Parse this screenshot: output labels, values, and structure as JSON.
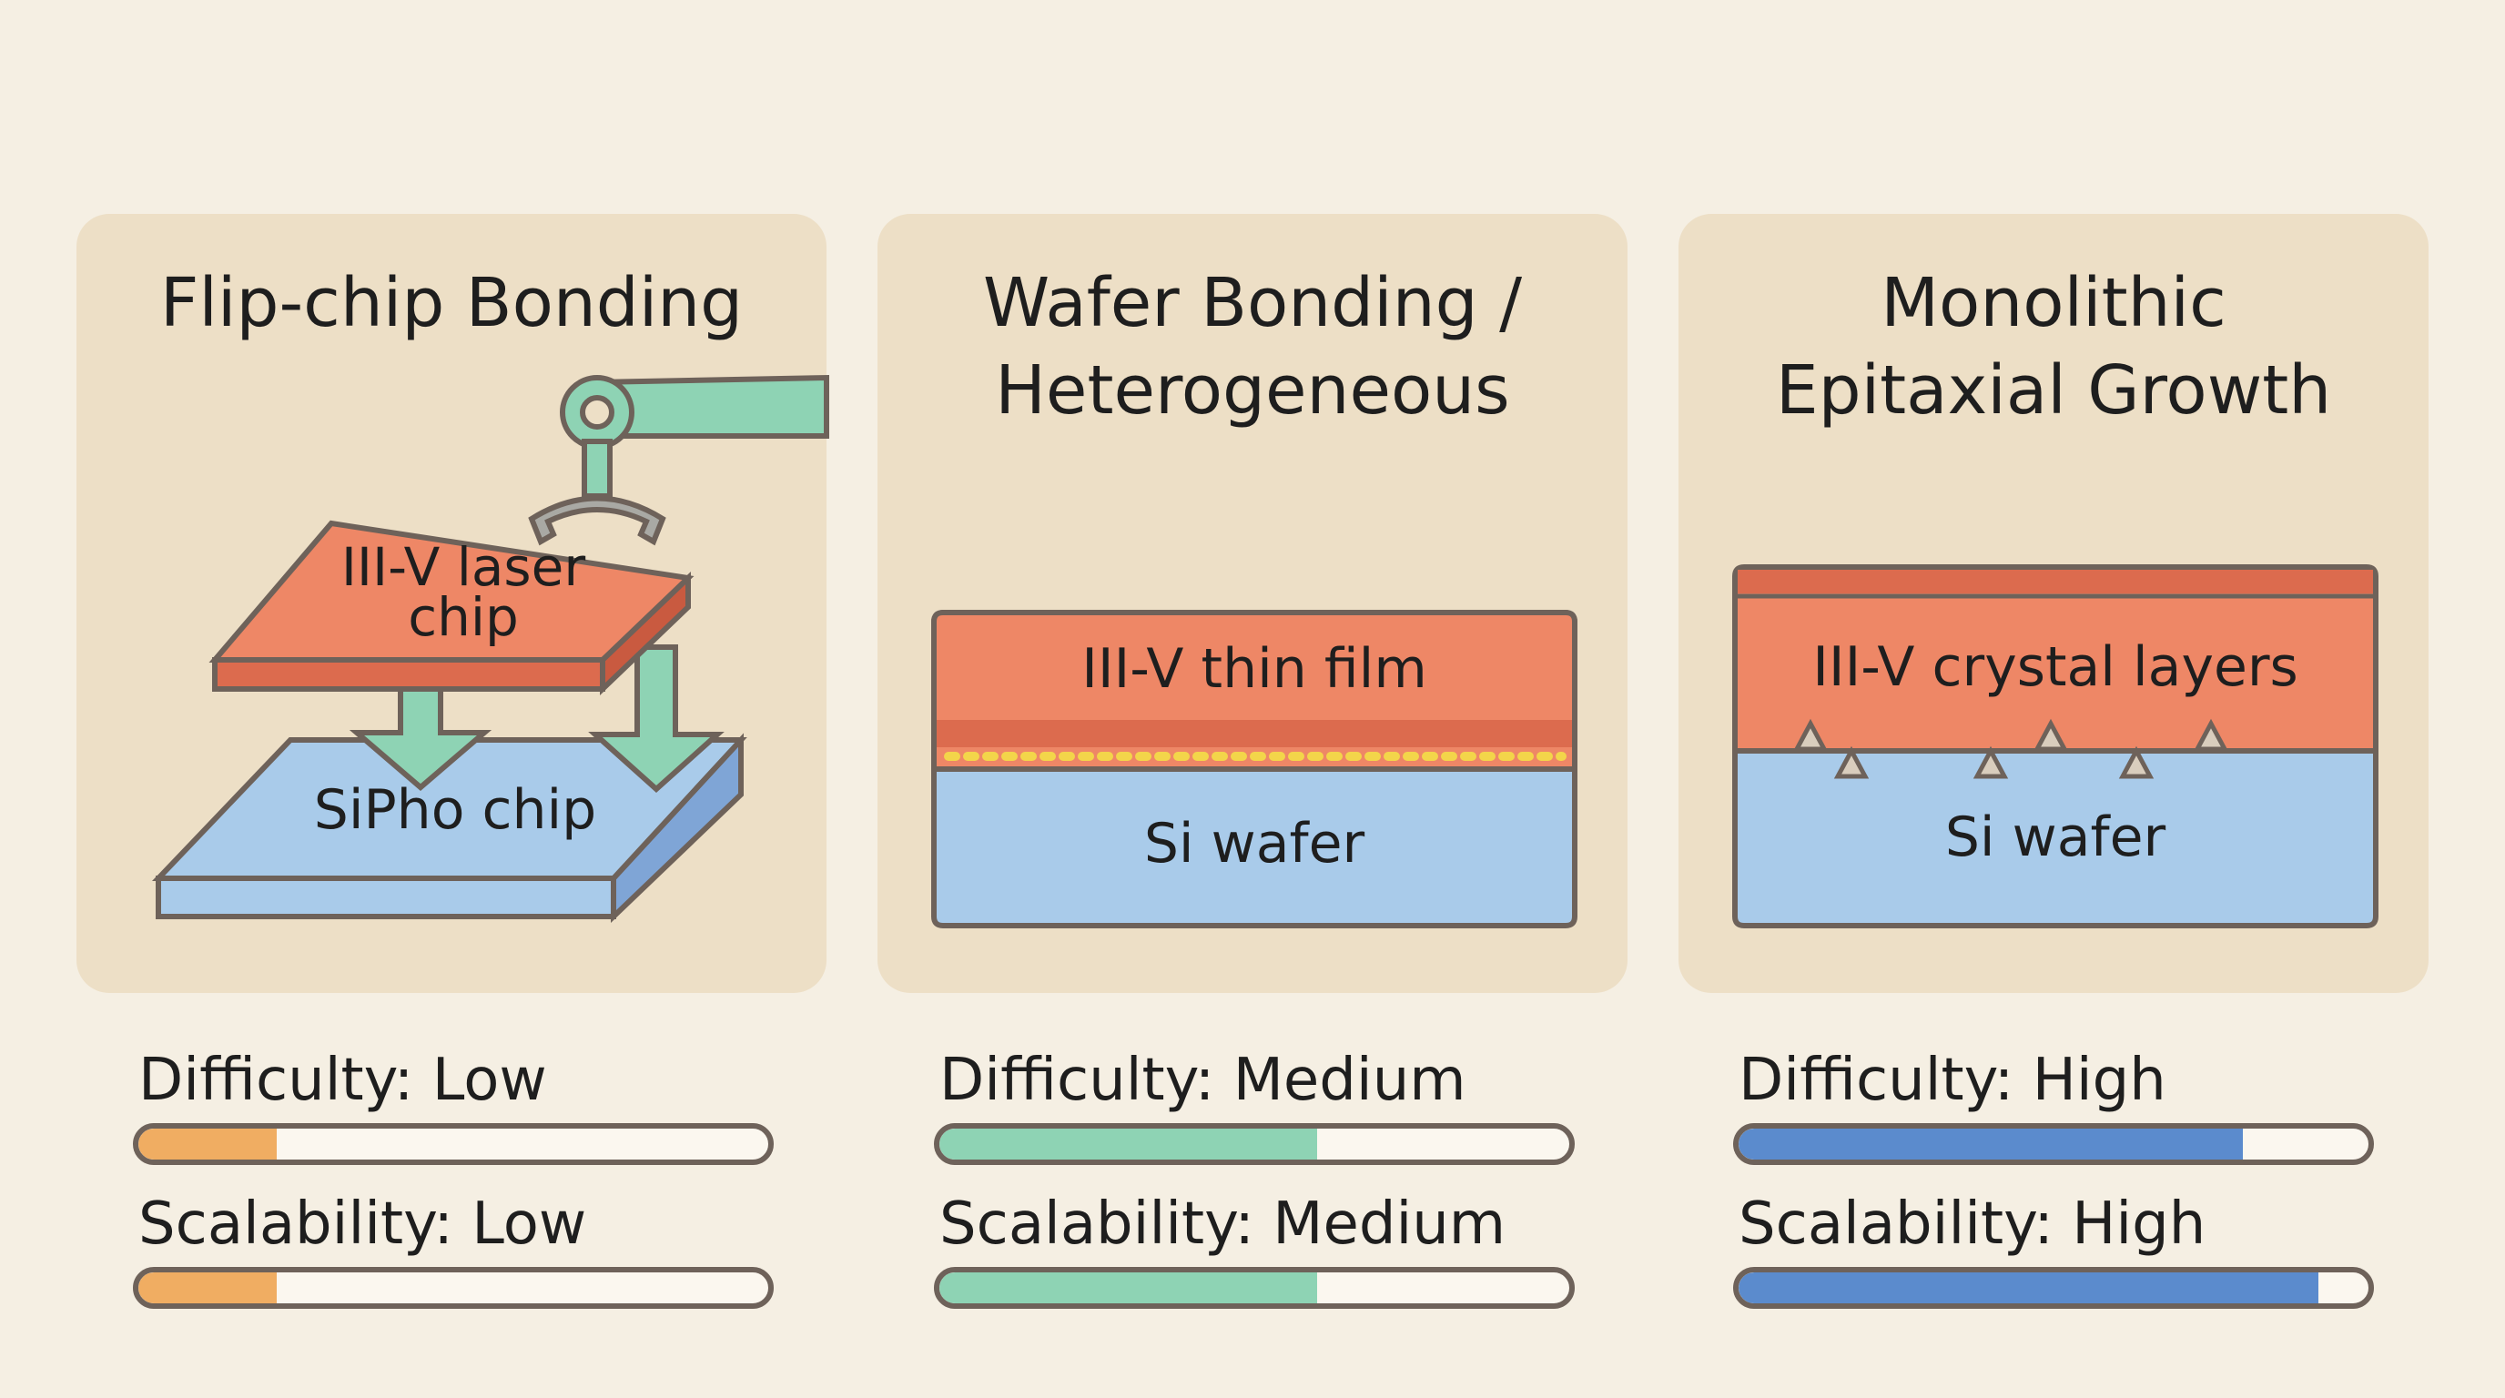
{
  "panels": [
    {
      "title_lines": [
        "Flip-chip Bonding",
        ""
      ],
      "diagram": {
        "top_label": [
          "III-V laser",
          "chip"
        ],
        "bottom_label": "SiPho chip"
      },
      "difficulty_label": "Difficulty: Low",
      "scalability_label": "Scalability: Low",
      "difficulty_level": 0.22,
      "scalability_level": 0.22,
      "bar_color": "#f0ad62"
    },
    {
      "title_lines": [
        "Wafer Bonding /",
        "Heterogeneous"
      ],
      "diagram": {
        "top_label": [
          "III-V thin film"
        ],
        "bottom_label": "Si wafer"
      },
      "difficulty_label": "Difficulty: Medium",
      "scalability_label": "Scalability: Medium",
      "difficulty_level": 0.6,
      "scalability_level": 0.6,
      "bar_color": "#8ed3b4"
    },
    {
      "title_lines": [
        "Monolithic",
        "Epitaxial Growth"
      ],
      "diagram": {
        "top_label": [
          "III-V crystal layers"
        ],
        "bottom_label": "Si wafer"
      },
      "difficulty_label": "Difficulty: High",
      "scalability_label": "Scalability: High",
      "difficulty_level": 0.8,
      "scalability_level": 0.92,
      "bar_color": "#5b8bcd"
    }
  ],
  "colors": {
    "laser": "#ee8766",
    "laser_dark": "#dc6b4e",
    "si": "#a9cbea",
    "si_dark": "#7fa5d6",
    "arrow": "#8ed3b4",
    "outline": "#6e625a",
    "bond": "#f3d54a"
  }
}
